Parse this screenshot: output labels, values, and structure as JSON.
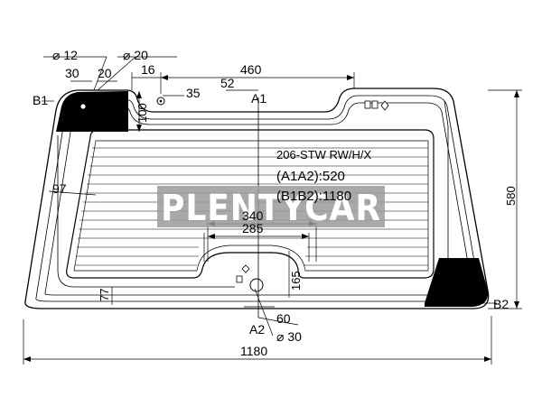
{
  "diagram": {
    "model_code": "206-STW RW/H/X",
    "spec_a": "(A1A2):520",
    "spec_b": "(B1B2):1180",
    "watermark": "PLENTYCAR",
    "points": {
      "a1": "A1",
      "a2": "A2",
      "b1": "B1",
      "b2": "B2"
    },
    "dimensions": {
      "dia_12": "⌀ 12",
      "dia_20": "⌀ 20",
      "dia_30": "⌀ 30",
      "d30": "30",
      "d20": "20",
      "d16": "16",
      "d460": "460",
      "d35": "35",
      "d52": "52",
      "d100": "100",
      "d97": "97",
      "d340": "340",
      "d285": "285",
      "d165": "165",
      "d77": "77",
      "d60": "60",
      "d580": "580",
      "d1180": "1180"
    },
    "colors": {
      "line": "#000000",
      "watermark_box": "#9a9a9a",
      "fill_corner": "#000000"
    }
  }
}
